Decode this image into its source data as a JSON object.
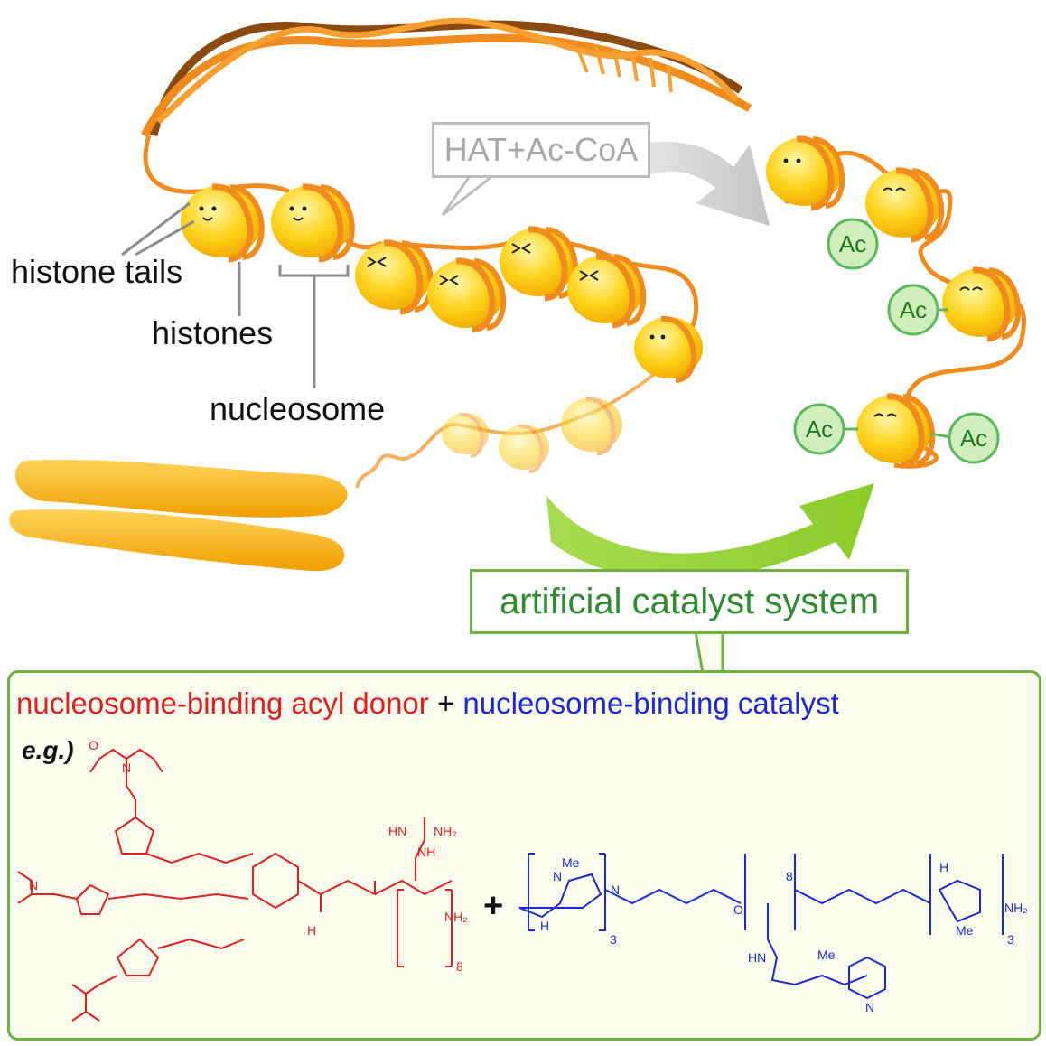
{
  "labels": {
    "histone_tails": "histone tails",
    "histones": "histones",
    "nucleosome": "nucleosome",
    "hat_acoa": "HAT+Ac-CoA",
    "artificial_catalyst": "artificial catalyst system"
  },
  "acetyl_tag": "Ac",
  "panel": {
    "acyl_donor": "nucleosome-binding acyl donor",
    "plus": "+",
    "catalyst": "nucleosome-binding catalyst",
    "example": "e.g.)"
  },
  "chem_red": {
    "n": "N",
    "o": "O",
    "guan_hn": "HN",
    "guan_nh2": "NH₂",
    "guan_nh": "NH",
    "h": "H",
    "nh2": "NH₂",
    "sub8": "8"
  },
  "chem_blue": {
    "me": "Me",
    "n": "N",
    "h": "H",
    "o": "O",
    "sub3": "3",
    "sub8": "8",
    "hn": "HN",
    "nh2": "NH₂"
  },
  "colors": {
    "dna": "#f08c1e",
    "dna_dark": "#8a4a10",
    "histone": "#ffd21a",
    "acetyl": "#5cb85c",
    "donor": "#e02020",
    "catalyst": "#1a28d8",
    "panel_border": "#6cb33f"
  }
}
